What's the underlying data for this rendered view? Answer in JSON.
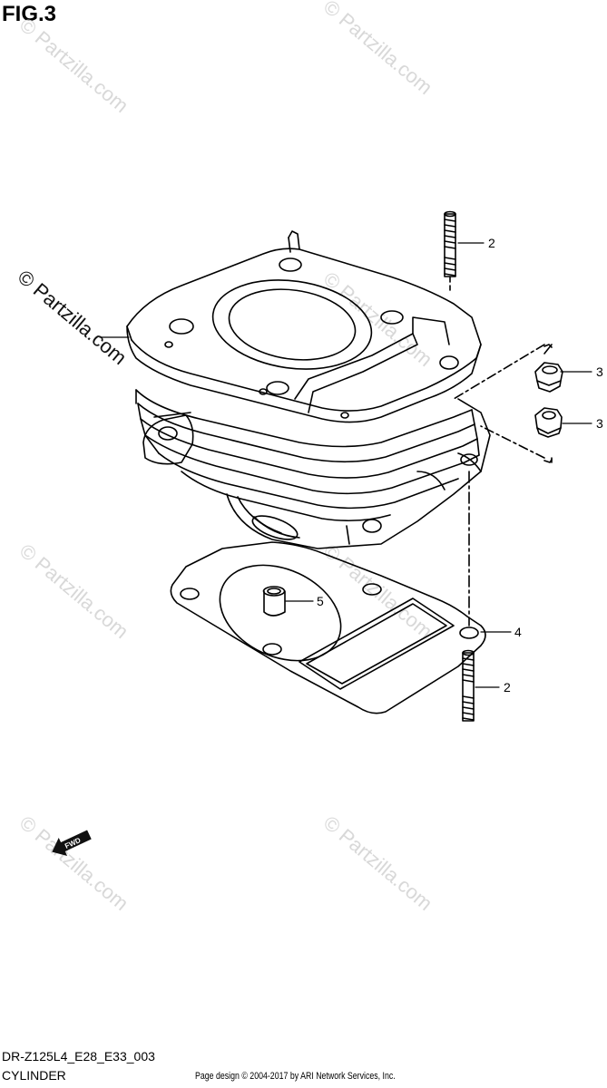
{
  "figure": {
    "title": "FIG.3"
  },
  "callouts": [
    {
      "id": "2",
      "label": "2"
    },
    {
      "id": "3",
      "label": "3"
    },
    {
      "id": "3b",
      "label": "3"
    },
    {
      "id": "5",
      "label": "5"
    },
    {
      "id": "4",
      "label": "4"
    },
    {
      "id": "2b",
      "label": "2"
    }
  ],
  "watermark": {
    "text": "© Partzilla.com"
  },
  "fwd_badge": {
    "text": "FWD"
  },
  "footer": {
    "model_code": "DR-Z125L4_E28_E33_003",
    "section_name": "CYLINDER",
    "copyright": "Page design © 2004-2017 by ARI Network Services, Inc."
  }
}
